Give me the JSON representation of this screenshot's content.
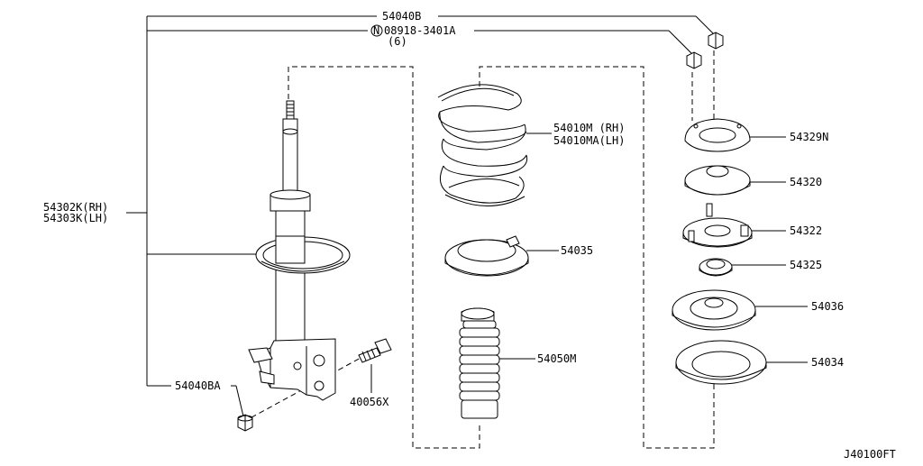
{
  "diagram_id": "J40100FT",
  "callouts": {
    "top_nut": "54040B",
    "nut_ref": "08918-3401A",
    "nut_qty": "(6)",
    "nut_marker": "N",
    "strut": [
      "54302K(RH)",
      "54303K(LH)"
    ],
    "bottom_nut": "54040BA",
    "bolt": "40056X",
    "spring": [
      "54010M (RH)",
      "54010MA(LH)"
    ],
    "seat": "54035",
    "bound_bumper": "54050M",
    "mount_cap": "54329N",
    "mount_insulator": "54320",
    "mount_bracket": "54322",
    "bearing": "54325",
    "upper_seat": "54036",
    "lower_seat_rubber": "54034"
  }
}
